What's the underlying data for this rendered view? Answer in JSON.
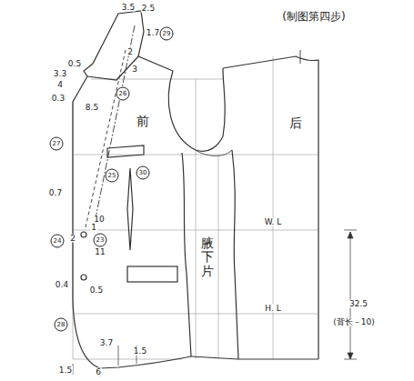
{
  "diagram": {
    "title": "(制图第四步)",
    "labels": [
      "3.5",
      "2.5",
      "1.7",
      "29",
      "0.5",
      "3.3",
      "4",
      "0.3",
      "8.5",
      "2",
      "3",
      "26",
      "前",
      "后",
      "27",
      "25",
      "30",
      "0.7",
      "10",
      "1",
      "2",
      "24",
      "23",
      "11",
      "0.4",
      "0.5",
      "28",
      "腋下片",
      "W. L",
      "H. L",
      "32.5",
      "(背长－10)",
      "3.7",
      "1.5",
      "1.5",
      "6"
    ]
  }
}
